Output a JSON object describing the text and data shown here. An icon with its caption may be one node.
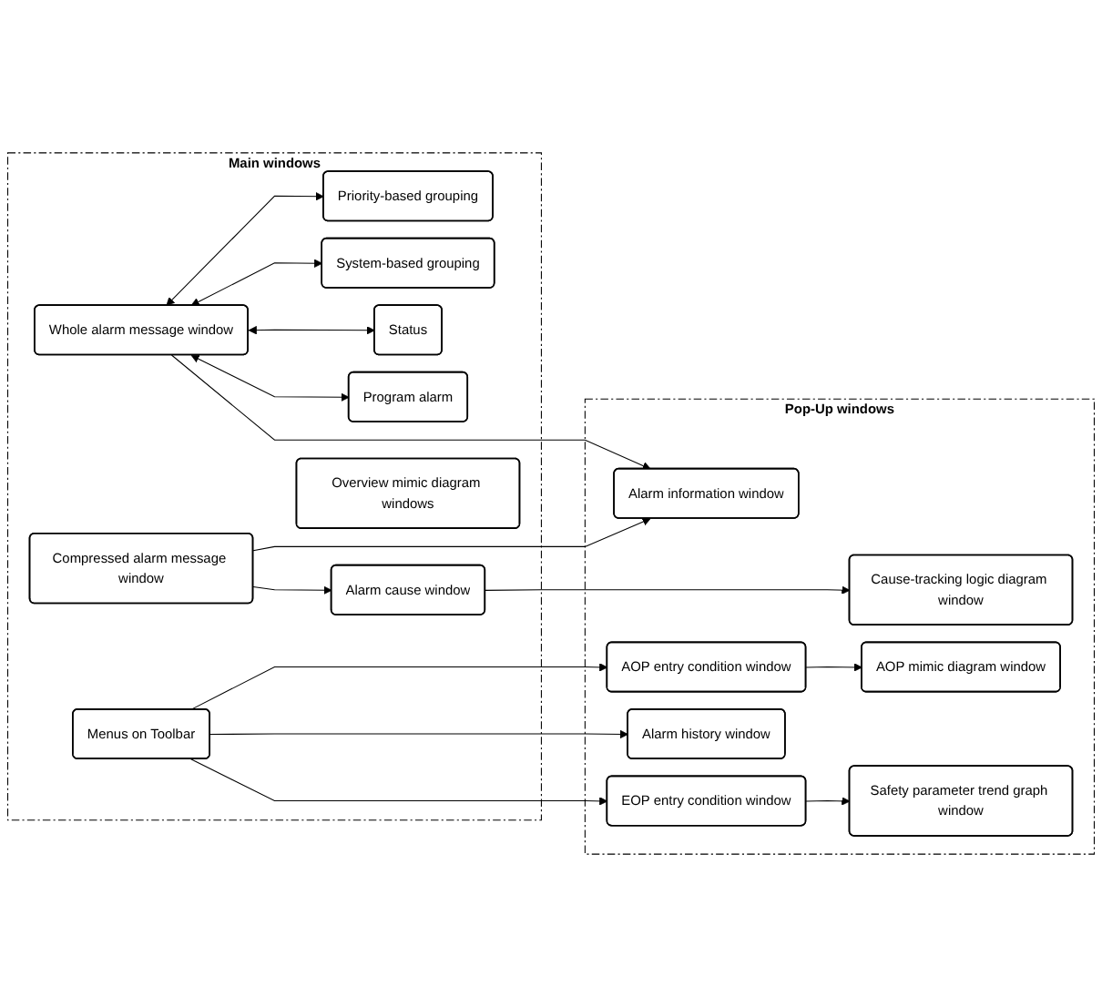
{
  "diagram": {
    "nodes": [
      {
        "text": [
          "Main windows"
        ]
      },
      {
        "text": [
          "Compressed alarm message window"
        ],
        "in": 0
      },
      {
        "text": [
          "Whole alarm message window"
        ],
        "in": 0
      },
      {
        "text": [
          "Priority-based grouping"
        ],
        "in": 0
      },
      {
        "text": [
          "System-based grouping"
        ],
        "in": 0
      },
      {
        "text": [
          "Status"
        ],
        "in": 0
      },
      {
        "text": [
          "Program alarm"
        ],
        "in": 0
      },
      {
        "text": [
          "Alarm cause window"
        ],
        "in": 0
      },
      {
        "text": [
          "Overview mimic diagram windows"
        ],
        "in": 0
      },
      {
        "text": [
          "Menus on Toolbar"
        ],
        "in": 0
      },
      {
        "text": [
          "Pop-Up windows"
        ]
      },
      {
        "text": [
          "Alarm information window"
        ],
        "in": 10
      },
      {
        "text": [
          "Cause-tracking logic diagram window"
        ],
        "in": 10
      },
      {
        "text": [
          "AOP entry condition window"
        ],
        "in": 10
      },
      {
        "text": [
          "AOP mimic diagram window"
        ],
        "in": 10
      },
      {
        "text": [
          "EOP entry condition window"
        ],
        "in": 10
      },
      {
        "text": [
          "Safety parameter trend graph window"
        ],
        "in": 10
      },
      {
        "text": [
          "Alarm history window"
        ],
        "in": 10
      }
    ],
    "edges": [
      {
        "from": 1,
        "to": 11,
        "arrow": "to"
      },
      {
        "from": 2,
        "to": 11,
        "arrow": "to"
      },
      {
        "from": 1,
        "to": 7,
        "arrow": "to"
      },
      {
        "from": 2,
        "to": 3,
        "arrow": "both"
      },
      {
        "from": 2,
        "to": 4,
        "arrow": "both"
      },
      {
        "from": 2,
        "to": 5,
        "arrow": "both"
      },
      {
        "from": 2,
        "to": 6,
        "arrow": "both"
      },
      {
        "from": 7,
        "to": 12,
        "arrow": "to"
      },
      {
        "from": 9,
        "to": 13,
        "arrow": "to"
      },
      {
        "from": 9,
        "to": 15,
        "arrow": "to"
      },
      {
        "from": 9,
        "to": 17,
        "arrow": "to"
      },
      {
        "from": 13,
        "to": 14,
        "arrow": "to"
      },
      {
        "from": 15,
        "to": 16,
        "arrow": "to"
      }
    ]
  }
}
